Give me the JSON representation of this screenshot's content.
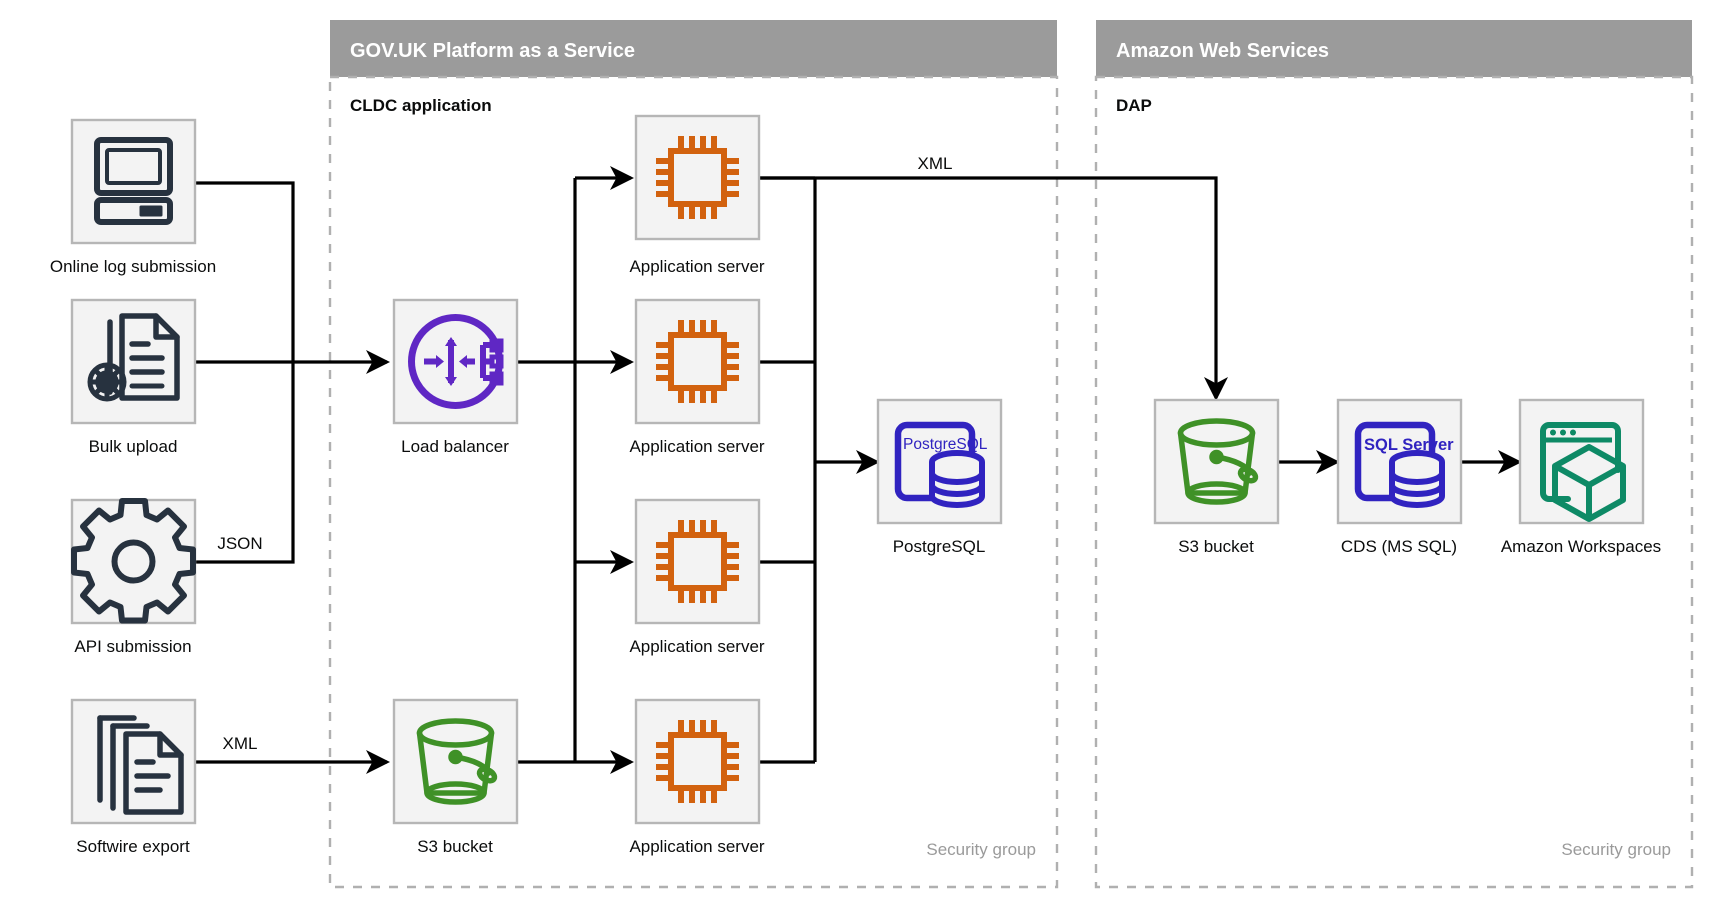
{
  "diagram": {
    "title_present": false,
    "zones": [
      {
        "id": "paas",
        "header": "GOV.UK Platform as a Service",
        "group_label": "CLDC application",
        "security_label": "Security group",
        "header_color": "#9b9b9b"
      },
      {
        "id": "aws",
        "header": "Amazon Web Services",
        "group_label": "DAP",
        "security_label": "Security group",
        "header_color": "#9b9b9b"
      }
    ],
    "sources": [
      {
        "id": "online-log-submission",
        "label": "Online log submission",
        "icon": "desktop-computer-icon",
        "color": "#27323f"
      },
      {
        "id": "bulk-upload",
        "label": "Bulk upload",
        "icon": "document-gear-icon",
        "color": "#27323f"
      },
      {
        "id": "api-submission",
        "label": "API submission",
        "icon": "gear-icon",
        "color": "#27323f"
      },
      {
        "id": "softwire-export",
        "label": "Softwire export",
        "icon": "document-stack-icon",
        "color": "#27323f"
      }
    ],
    "paas_nodes": [
      {
        "id": "load-balancer",
        "label": "Load balancer",
        "icon": "load-balancer-icon",
        "color": "#5f27c4"
      },
      {
        "id": "app-server-1",
        "label": "Application server",
        "icon": "cpu-chip-icon",
        "color": "#d2620f"
      },
      {
        "id": "app-server-2",
        "label": "Application server",
        "icon": "cpu-chip-icon",
        "color": "#d2620f"
      },
      {
        "id": "app-server-3",
        "label": "Application server",
        "icon": "cpu-chip-icon",
        "color": "#d2620f"
      },
      {
        "id": "app-server-4",
        "label": "Application server",
        "icon": "cpu-chip-icon",
        "color": "#d2620f"
      },
      {
        "id": "s3-bucket-paas",
        "label": "S3 bucket",
        "icon": "s3-bucket-icon",
        "color": "#3f9127"
      },
      {
        "id": "postgresql",
        "label": "PostgreSQL",
        "icon": "postgresql-icon",
        "color": "#3023c0",
        "icon_text": "PostgreSQL"
      }
    ],
    "aws_nodes": [
      {
        "id": "s3-bucket-dap",
        "label": "S3 bucket",
        "icon": "s3-bucket-icon",
        "color": "#3f9127"
      },
      {
        "id": "cds-ms-sql",
        "label": "CDS (MS SQL)",
        "icon": "sql-server-icon",
        "color": "#3023c0",
        "icon_text": "SQL Server"
      },
      {
        "id": "amazon-workspaces",
        "label": "Amazon Workspaces",
        "icon": "amazon-workspaces-icon",
        "color": "#0e8a66"
      }
    ],
    "edge_labels": {
      "json": "JSON",
      "xml_source": "XML",
      "xml_export": "XML"
    }
  }
}
